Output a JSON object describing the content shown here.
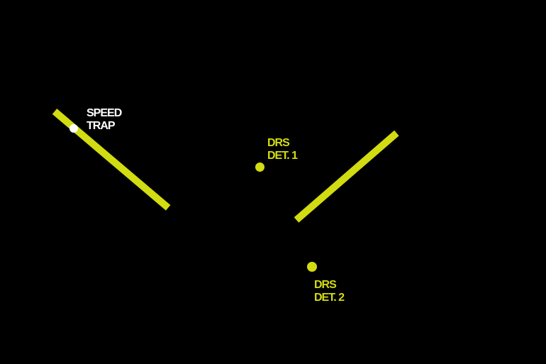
{
  "colors": {
    "background": "#000000",
    "highlight_yellow": "#d2dc12",
    "speed_trap_white": "#ffffff"
  },
  "track_segments": {
    "count": 2,
    "color": "#d2dc12"
  },
  "markers": {
    "speed_trap": {
      "line1": "SPEED",
      "line2": "TRAP",
      "dot_color": "#ffffff",
      "text_color": "#ffffff"
    },
    "drs_det_1": {
      "line1": "DRS",
      "line2": "DET. 1",
      "dot_color": "#d2dc12",
      "text_color": "#d2dc12"
    },
    "drs_det_2": {
      "line1": "DRS",
      "line2": "DET. 2",
      "dot_color": "#d2dc12",
      "text_color": "#d2dc12"
    }
  }
}
